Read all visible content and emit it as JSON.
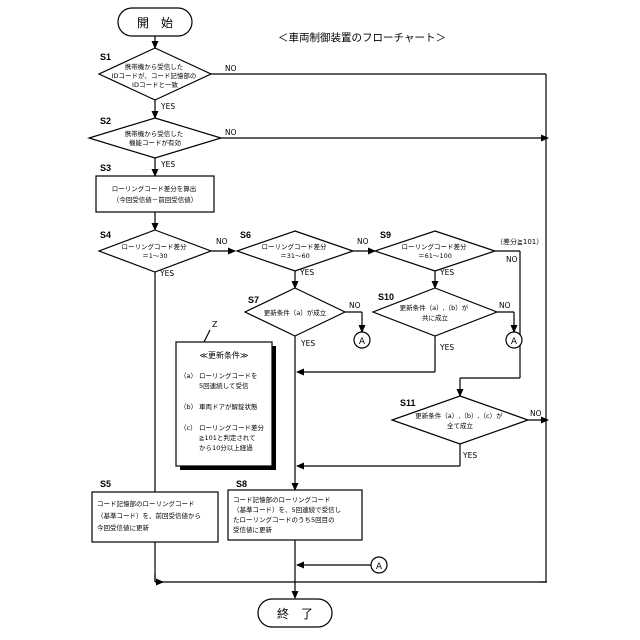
{
  "title": "＜車両制御装置のフローチャート＞",
  "start": "開　始",
  "end": "終　了",
  "yes": "YES",
  "no": "NO",
  "connector": "A",
  "steps": {
    "s1": {
      "label": "S1",
      "lines": [
        "携帯機から受信した",
        "IDコードが、コード記憶部の",
        "IDコードと一致"
      ]
    },
    "s2": {
      "label": "S2",
      "lines": [
        "携帯機から受信した",
        "機能コードが有効"
      ]
    },
    "s3": {
      "label": "S3",
      "lines": [
        "ローリングコード差分を算出",
        "（今回受信値－前回受信値）"
      ]
    },
    "s4": {
      "label": "S4",
      "lines": [
        "ローリングコード差分",
        "＝1～30"
      ]
    },
    "s5": {
      "label": "S5",
      "lines": [
        "コード記憶部のローリングコード",
        "（基準コード）を、前回受信値から",
        "今回受信値に更新"
      ]
    },
    "s6": {
      "label": "S6",
      "lines": [
        "ローリングコード差分",
        "＝31～60"
      ]
    },
    "s7": {
      "label": "S7",
      "lines": [
        "更新条件（a）が成立"
      ]
    },
    "s8": {
      "label": "S8",
      "lines": [
        "コード記憶部のローリングコード",
        "（基準コード）を、5回連続で受信し",
        "たローリングコードのうち5回目の",
        "受信値に更新"
      ]
    },
    "s9": {
      "label": "S9",
      "lines": [
        "ローリングコード差分",
        "＝61～100"
      ]
    },
    "s10": {
      "label": "S10",
      "lines": [
        "更新条件（a）,（b）が",
        "共に成立"
      ]
    },
    "s11": {
      "label": "S11",
      "lines": [
        "更新条件（a）,（b）,（c）が",
        "全て成立"
      ]
    }
  },
  "overflow_label": "（差分≧101）",
  "conditions": {
    "marker": "Z",
    "title": "≪更新条件≫",
    "items": [
      {
        "key": "（a）",
        "lines": [
          "ローリングコードを",
          "5回連続して受信"
        ]
      },
      {
        "key": "（b）",
        "lines": [
          "車両ドアが解錠状態"
        ]
      },
      {
        "key": "（c）",
        "lines": [
          "ローリングコード差分",
          "≧101と判定されて",
          "から10分以上経過"
        ]
      }
    ]
  }
}
